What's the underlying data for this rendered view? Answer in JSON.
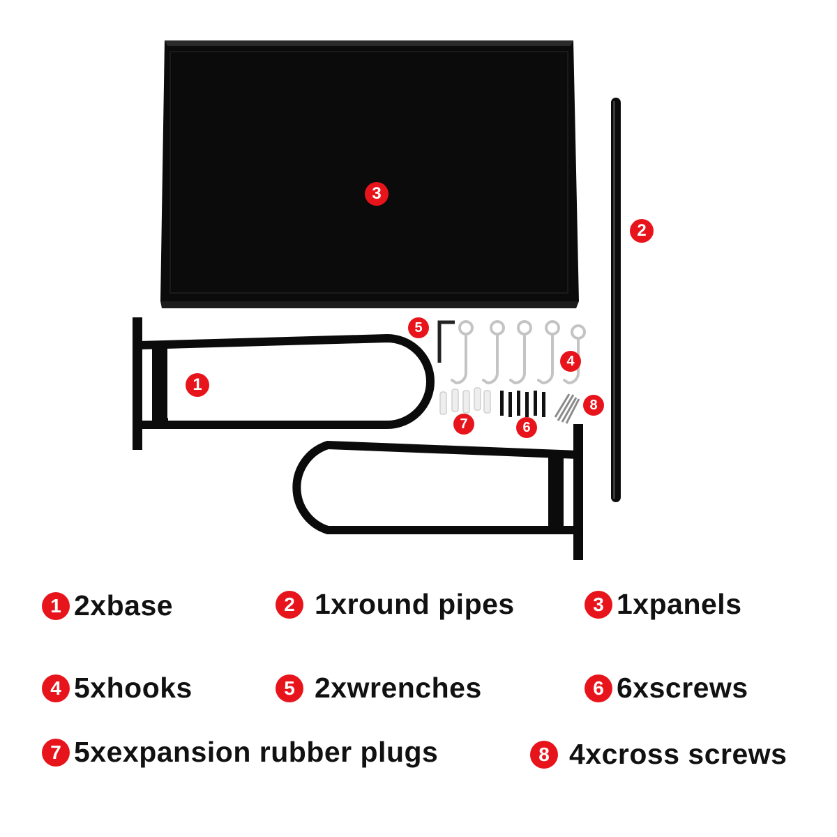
{
  "callouts": {
    "panel": "3",
    "pipe": "2",
    "base": "1",
    "wrench": "5",
    "hooks": "4",
    "plugs": "7",
    "screws": "6",
    "cross_screws": "8"
  },
  "legend": [
    {
      "number": "1",
      "label": "2xbase"
    },
    {
      "number": "2",
      "label": "1xround pipes"
    },
    {
      "number": "3",
      "label": "1xpanels"
    },
    {
      "number": "4",
      "label": "5xhooks"
    },
    {
      "number": "5",
      "label": "2xwrenches"
    },
    {
      "number": "6",
      "label": "6xscrews"
    },
    {
      "number": "7",
      "label": "5xexpansion rubber plugs"
    },
    {
      "number": "8",
      "label": "4xcross screws"
    }
  ],
  "colors": {
    "badge": "#e8141b",
    "product": "#0a0a0a",
    "hardware": "#bfbfbf"
  }
}
